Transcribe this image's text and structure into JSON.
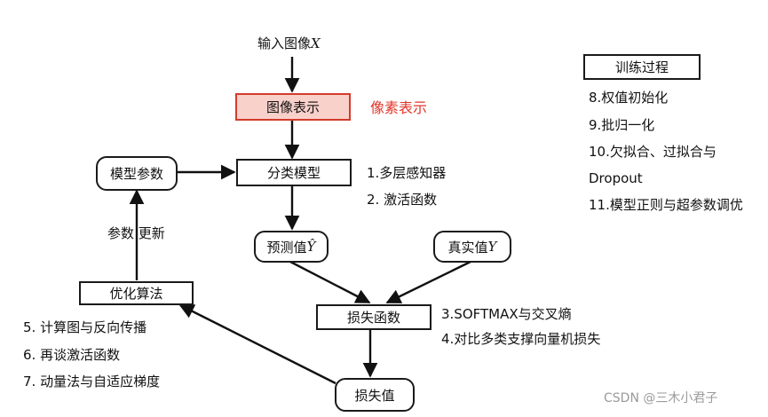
{
  "diagram": {
    "input_label": "输入图像",
    "input_var": "X",
    "pixel_box": "图像表示",
    "pixel_note": "像素表示",
    "classifier_box": "分类模型",
    "classifier_notes": [
      "1.多层感知器",
      "2. 激活函数"
    ],
    "params_box": "模型参数",
    "update_label": "参数 更新",
    "optimizer_box": "优化算法",
    "optimizer_notes": [
      "5. 计算图与反向传播",
      "6. 再谈激活函数",
      "7. 动量法与自适应梯度"
    ],
    "pred_box": "预测值",
    "pred_var": "Ŷ",
    "true_box": "真实值",
    "true_var": "Y",
    "lossfn_box": "损失函数",
    "lossfn_notes": [
      "3.SOFTMAX与交叉熵",
      "4.对比多类支撑向量机损失"
    ],
    "lossval_box": "损失值"
  },
  "training": {
    "title": "训练过程",
    "items": [
      "8.权值初始化",
      "9.批归一化",
      "10.欠拟合、过拟合与",
      "Dropout",
      "11.模型正则与超参数调优"
    ]
  },
  "watermark": "CSDN @三木小君子"
}
